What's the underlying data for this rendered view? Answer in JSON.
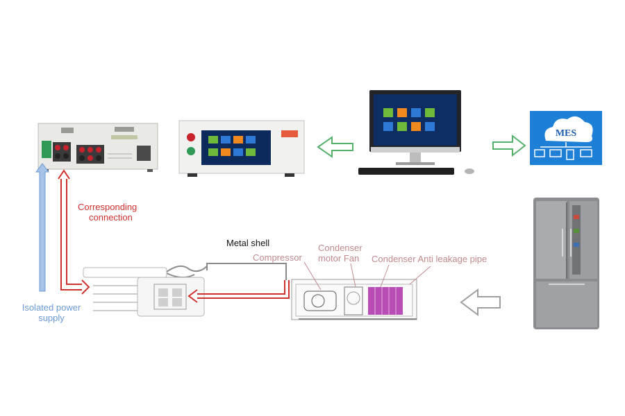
{
  "labels": {
    "corresponding_connection_line1": "Corresponding",
    "corresponding_connection_line2": "connection",
    "isolated_power_line1": "Isolated power",
    "isolated_power_line2": "supply",
    "metal_shell": "Metal shell",
    "compressor": "Compressor",
    "condenser_line1": "Condenser",
    "motor_fan": "motor  Fan",
    "condenser_anti_leakage": "Condenser Anti leakage pipe",
    "mes": "MES"
  },
  "colors": {
    "connection_red": "#d0312d",
    "power_blue": "#6b9ad6",
    "component_pink": "#c0898d",
    "flow_arrow_green": "#55b06a",
    "flow_arrow_gray": "#9e9e9e",
    "mes_blue": "#1e7fd6"
  },
  "icons": {
    "tester_back": "tester-rear-panel-icon",
    "tester_front": "tester-front-panel-icon",
    "computer": "desktop-computer-icon",
    "mes": "mes-cloud-icon",
    "fridge": "refrigerator-icon",
    "fixture": "test-fixture-icon",
    "fridge_internal": "refrigerator-internal-diagram-icon"
  }
}
